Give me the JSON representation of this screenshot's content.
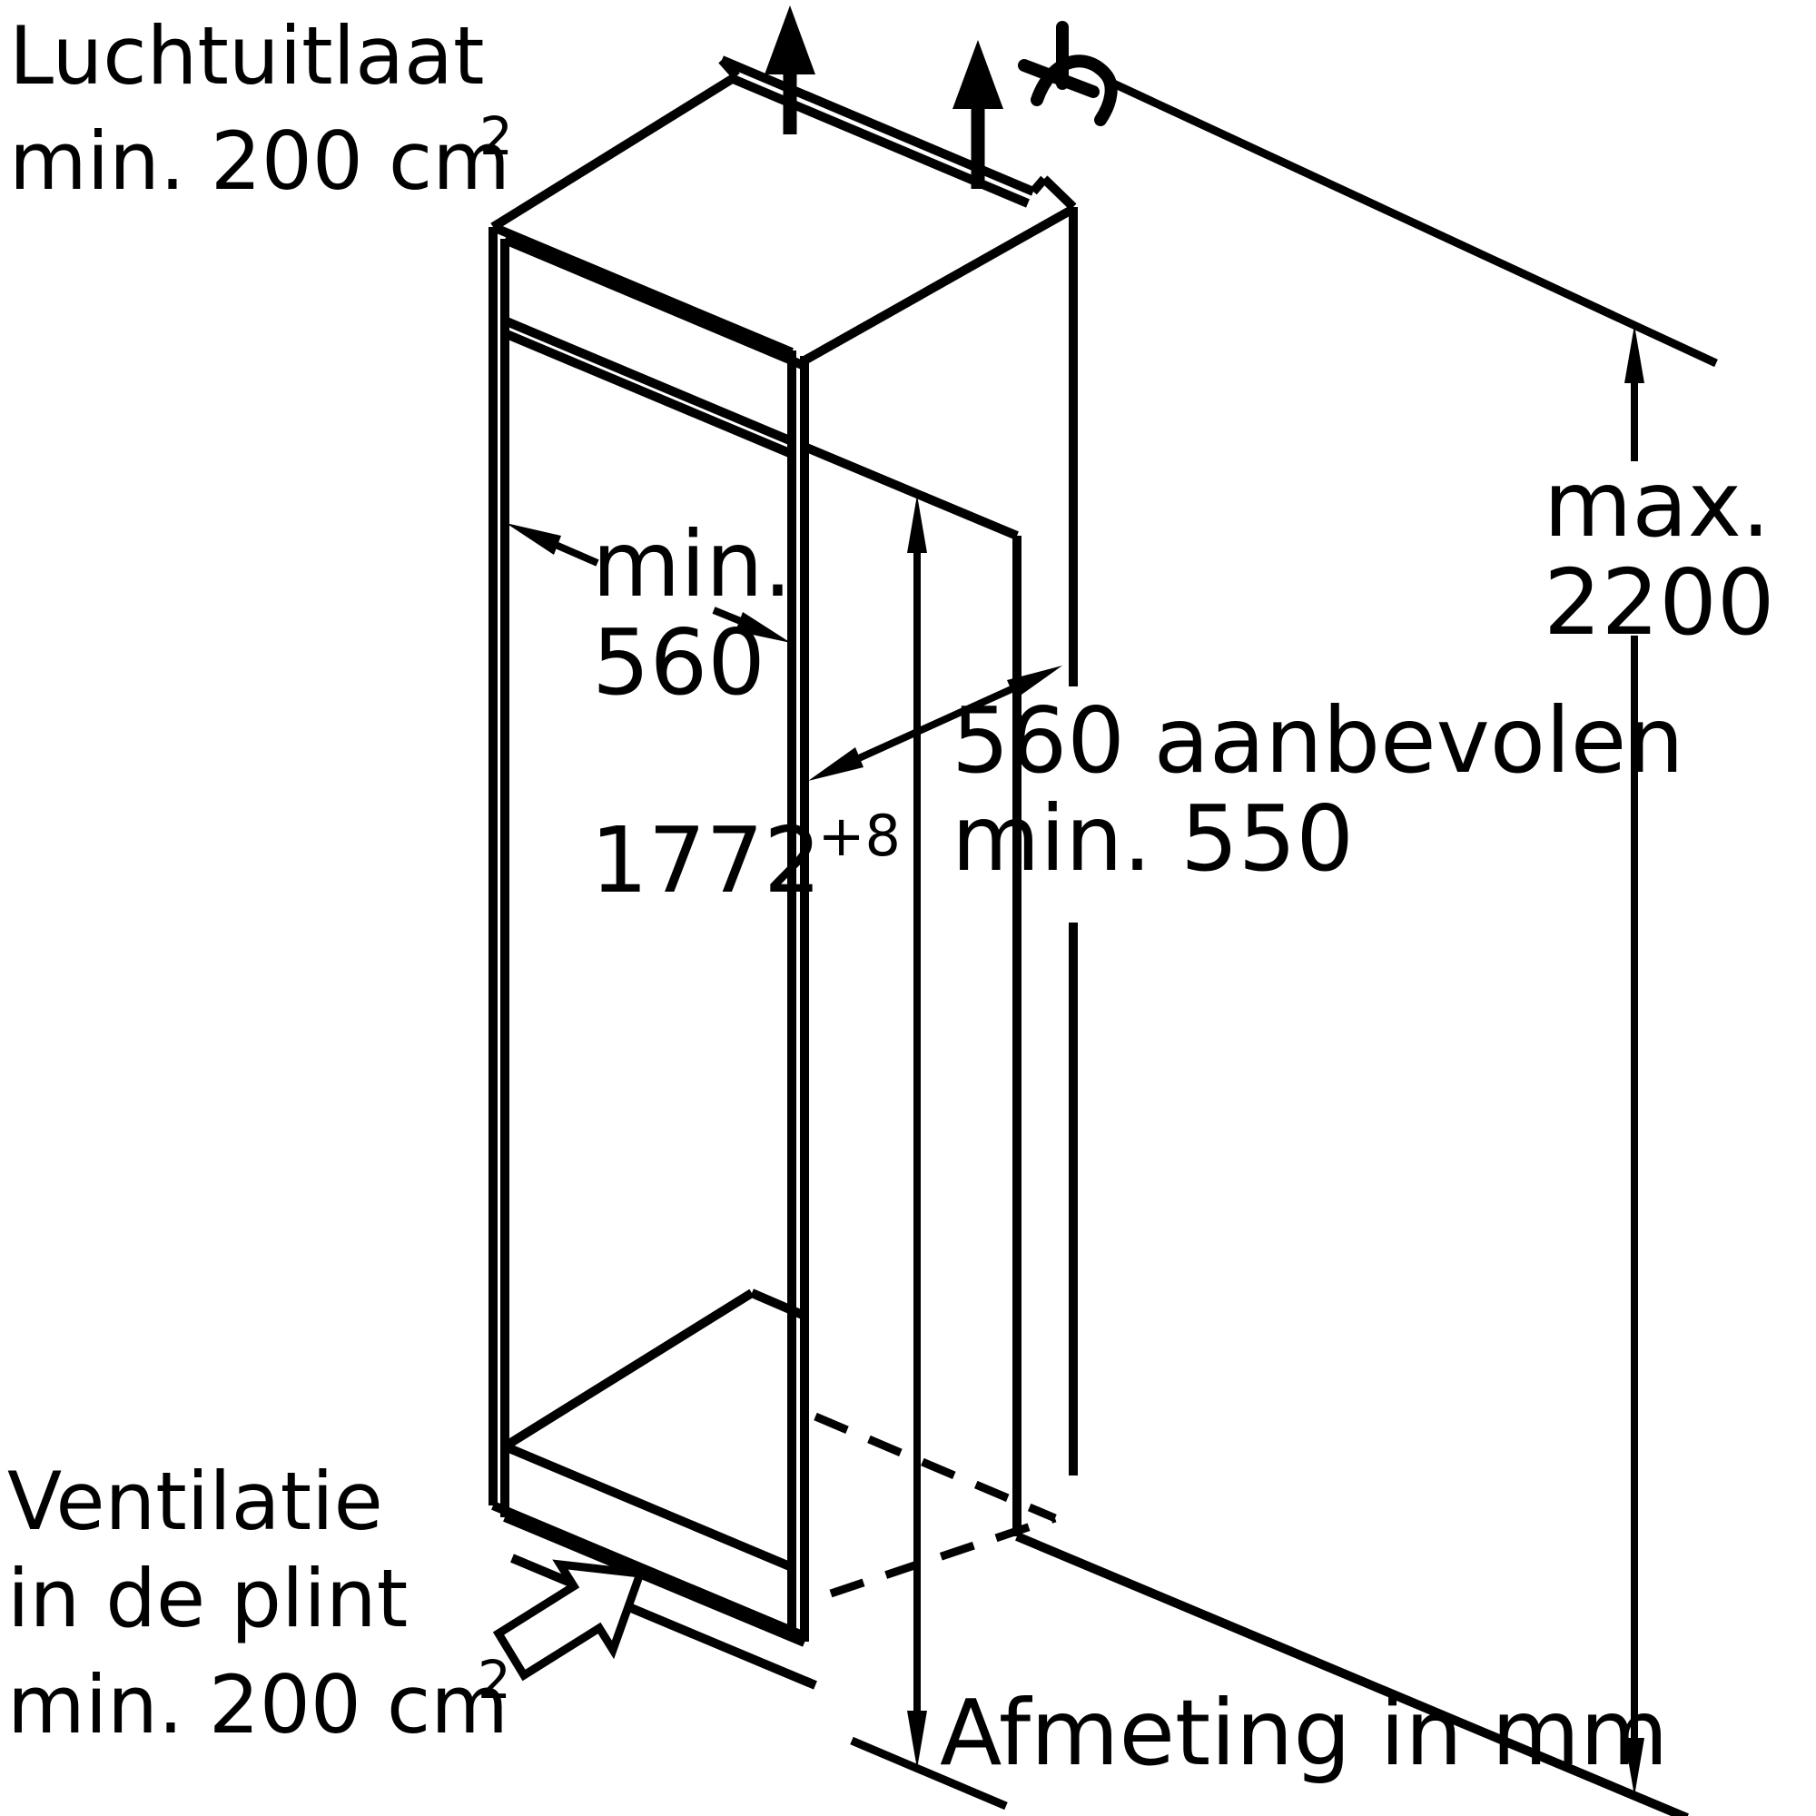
{
  "diagram": {
    "type": "appliance-installation-drawing",
    "units_note": "Afmeting in mm",
    "labels": {
      "air_outlet": {
        "line1": "Luchtuitlaat",
        "line2_prefix": "min. 200 cm",
        "line2_sup": "2"
      },
      "niche_width": {
        "line1": "min.",
        "line2": "560"
      },
      "niche_depth": {
        "line1": "560 aanbevolen",
        "line2": "min. 550"
      },
      "niche_height": {
        "value": "1772",
        "tolerance": "+8"
      },
      "max_height": {
        "line1": "max.",
        "line2": "2200"
      },
      "plinth_vent": {
        "line1": "Ventilatie",
        "line2": "in de plint",
        "line3_prefix": "min. 200 cm",
        "line3_sup": "2"
      }
    },
    "colors": {
      "line": "#000000",
      "background": "#ffffff",
      "text": "#000000"
    }
  }
}
